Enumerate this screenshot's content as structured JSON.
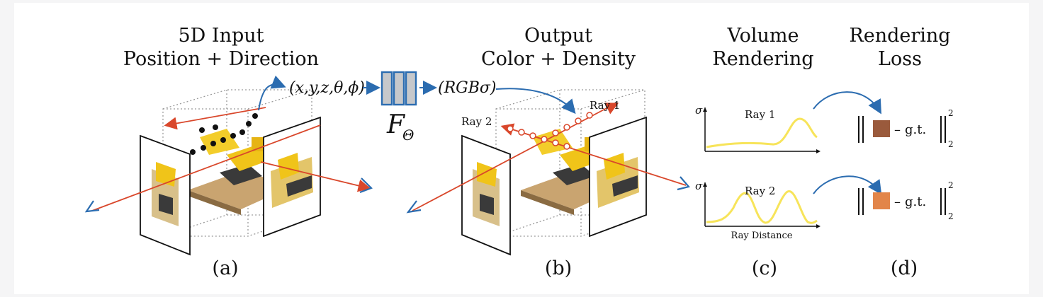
{
  "panels": {
    "a": {
      "title_line1": "5D Input",
      "title_line2": "Position + Direction",
      "input_vector": "(x,y,z,θ,ϕ)",
      "caption": "(a)"
    },
    "network": {
      "label": "F",
      "subscript": "Θ"
    },
    "b": {
      "title_line1": "Output",
      "title_line2": "Color + Density",
      "output_vector": "(RGBσ)",
      "ray1_label": "Ray 1",
      "ray2_label": "Ray 2",
      "caption": "(b)"
    },
    "c": {
      "title_line1": "Volume",
      "title_line2": "Rendering",
      "sigma_label": "σ",
      "plot1_label": "Ray 1",
      "plot2_label": "Ray 2",
      "x_axis_label": "Ray Distance",
      "caption": "(c)"
    },
    "d": {
      "title_line1": "Rendering",
      "title_line2": "Loss",
      "gt_label": "g.t.",
      "minus": "–",
      "exponent": "2",
      "norm_subscript": "2",
      "caption": "(d)"
    }
  },
  "colors": {
    "ray": "#d9472b",
    "arrow_blue": "#2b6cb0",
    "network_fill": "#c6c8cb",
    "network_stroke": "#2b6cb0",
    "curve": "#f7e45a",
    "swatch_ray1": "#9a5a3c",
    "swatch_ray2": "#e2854a",
    "box_dots": "#9a9a9a"
  }
}
